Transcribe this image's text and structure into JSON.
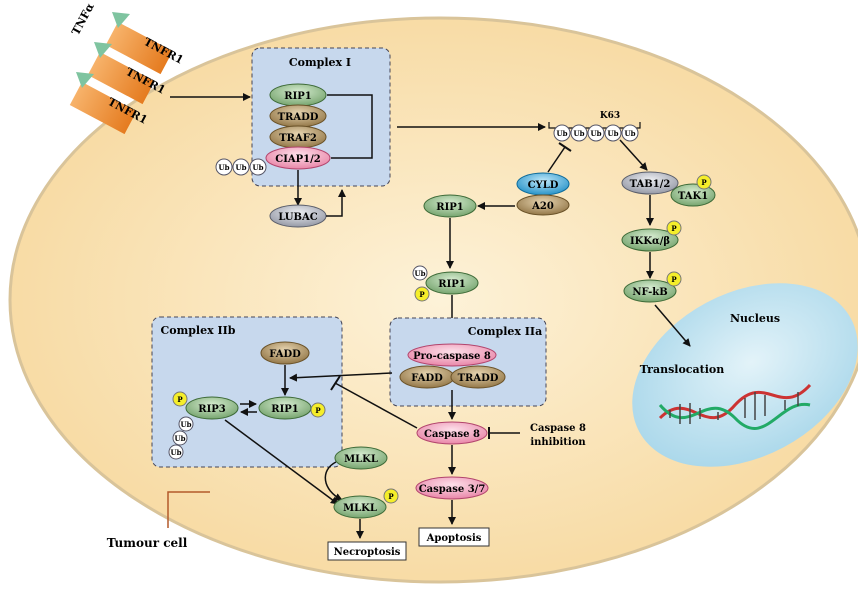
{
  "ligand": "TNFα",
  "receptor": "TNFR1",
  "complexes": {
    "complex1": "Complex I",
    "complex2a": "Complex IIa",
    "complex2b": "Complex IIb"
  },
  "proteins": {
    "rip1": "RIP1",
    "tradd": "TRADD",
    "traf2": "TRAF2",
    "ciap": "CIAP1/2",
    "lubac": "LUBAC",
    "cyld": "CYLD",
    "a20": "A20",
    "tab": "TAB1/2",
    "tak1": "TAK1",
    "ikk": "IKKα/β",
    "nfkb": "NF-kB",
    "procasp8": "Pro-caspase 8",
    "fadd": "FADD",
    "casp8": "Caspase 8",
    "casp37": "Caspase 3/7",
    "rip3": "RIP3",
    "mlkl": "MLKL"
  },
  "tags": {
    "ub": "Ub",
    "phospho": "P",
    "k63": "K63"
  },
  "labels": {
    "casp8_inhibition_1": "Caspase 8",
    "casp8_inhibition_2": "inhibition",
    "nucleus": "Nucleus",
    "translocation": "Translocation",
    "tumour_cell": "Tumour cell"
  },
  "outcomes": {
    "necroptosis": "Necroptosis",
    "apoptosis": "Apoptosis"
  },
  "colors": {
    "cell_fill": "#fbe6bd",
    "complex_fill": "#c9d9ec",
    "green": "#8fbf8a",
    "brown": "#b89a66",
    "pink": "#f4a9c2",
    "grey": "#b9bcc6",
    "cyld_blue": "#2aa8e0",
    "phospho_yellow": "#f5ee2a",
    "nucleus_fill": "#cfe9f3"
  }
}
